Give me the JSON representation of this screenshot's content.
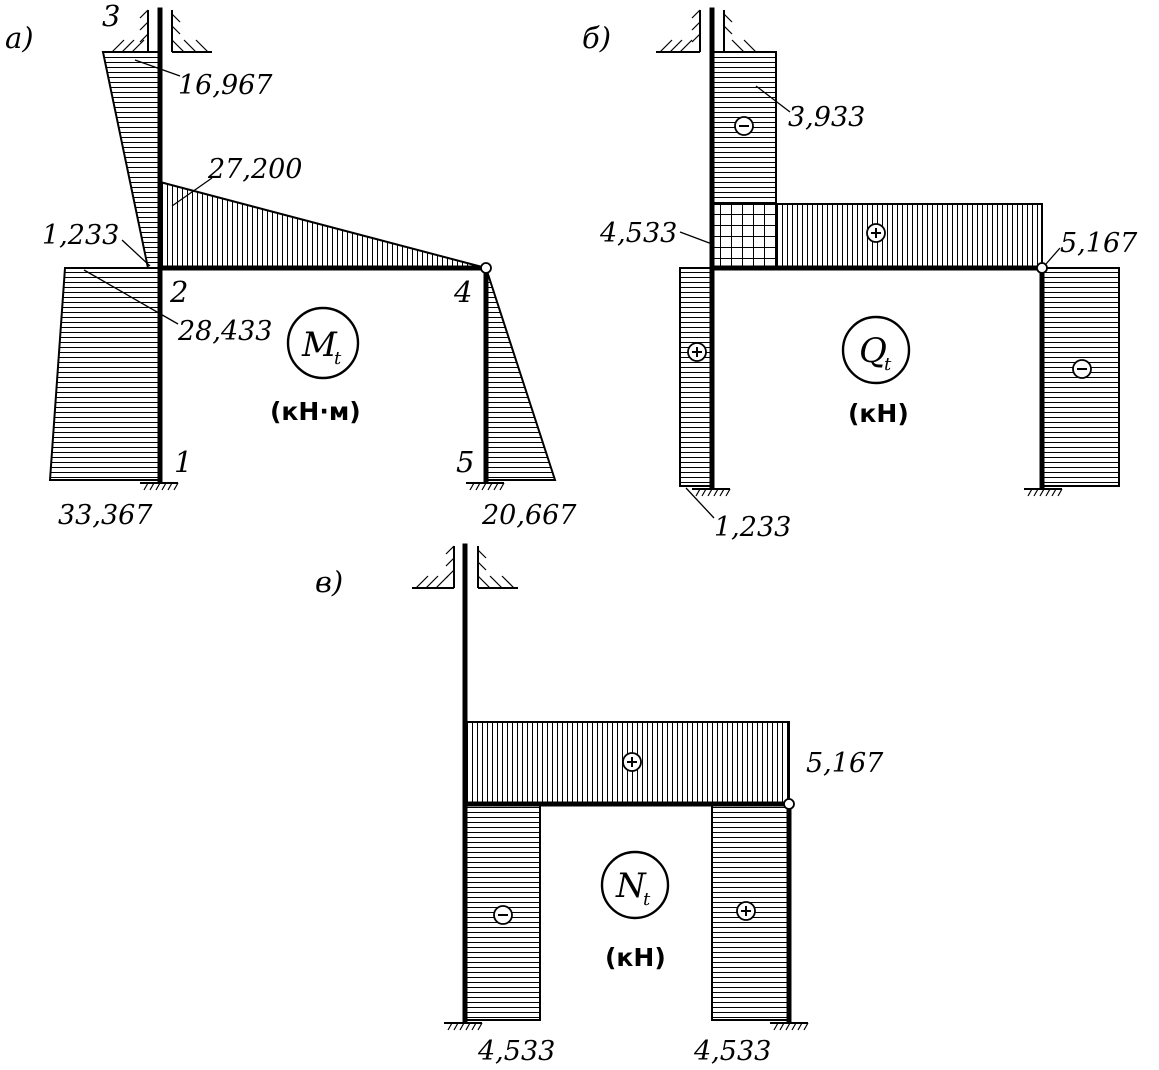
{
  "panel_a": {
    "tag": "а)",
    "nodes": {
      "n1": "1",
      "n2": "2",
      "n3": "3",
      "n4": "4",
      "n5": "5"
    },
    "values": {
      "v16967": "16,967",
      "v27200": "27,200",
      "v1233": "1,233",
      "v28433": "28,433",
      "v33367": "33,367",
      "v20667": "20,667"
    },
    "symbol": "M",
    "symbol_sub": "t",
    "unit": "(кН·м)"
  },
  "panel_b": {
    "tag": "б)",
    "values": {
      "v3933": "3,933",
      "v4533": "4,533",
      "v5167": "5,167",
      "v1233": "1,233"
    },
    "symbol": "Q",
    "symbol_sub": "t",
    "unit": "(кН)"
  },
  "panel_c": {
    "tag": "в)",
    "values": {
      "v5167": "5,167",
      "v4533_left": "4,533",
      "v4533_right": "4,533"
    },
    "symbol": "N",
    "symbol_sub": "t",
    "unit": "(кН)"
  }
}
